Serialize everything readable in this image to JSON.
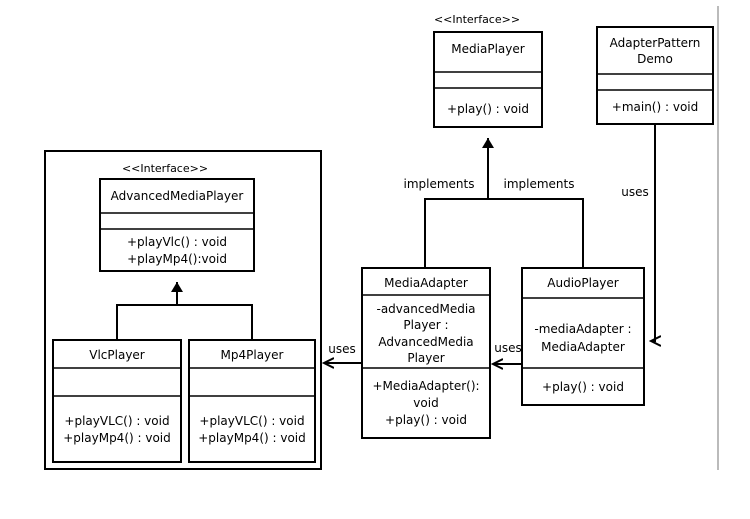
{
  "diagram": {
    "classes": {
      "media_player": {
        "stereotype": "<<Interface>>",
        "name": "MediaPlayer",
        "methods": [
          "+play() : void"
        ]
      },
      "adapter_pattern_demo": {
        "name_lines": [
          "AdapterPattern",
          "Demo"
        ],
        "methods": [
          "+main() : void"
        ]
      },
      "advanced_media_player": {
        "stereotype": "<<Interface>>",
        "name": "AdvancedMediaPlayer",
        "methods": [
          "+playVlc() : void",
          "+playMp4():void"
        ]
      },
      "vlc_player": {
        "name": "VlcPlayer",
        "methods": [
          "+playVLC() : void",
          "+playMp4() : void"
        ]
      },
      "mp4_player": {
        "name": "Mp4Player",
        "methods": [
          "+playVLC() : void",
          "+playMp4() : void"
        ]
      },
      "media_adapter": {
        "name": "MediaAdapter",
        "attributes": [
          "-advancedMedia",
          "Player :",
          "AdvancedMedia",
          "Player"
        ],
        "methods": [
          "+MediaAdapter():",
          "void",
          "+play() : void"
        ]
      },
      "audio_player": {
        "name": "AudioPlayer",
        "attributes": [
          "-mediaAdapter :",
          "MediaAdapter"
        ],
        "methods": [
          "+play() : void"
        ]
      }
    },
    "relations": {
      "implements_left": "implements",
      "implements_right": "implements",
      "uses_demo": "uses",
      "uses_audio": "uses",
      "uses_adapter": "uses"
    }
  }
}
